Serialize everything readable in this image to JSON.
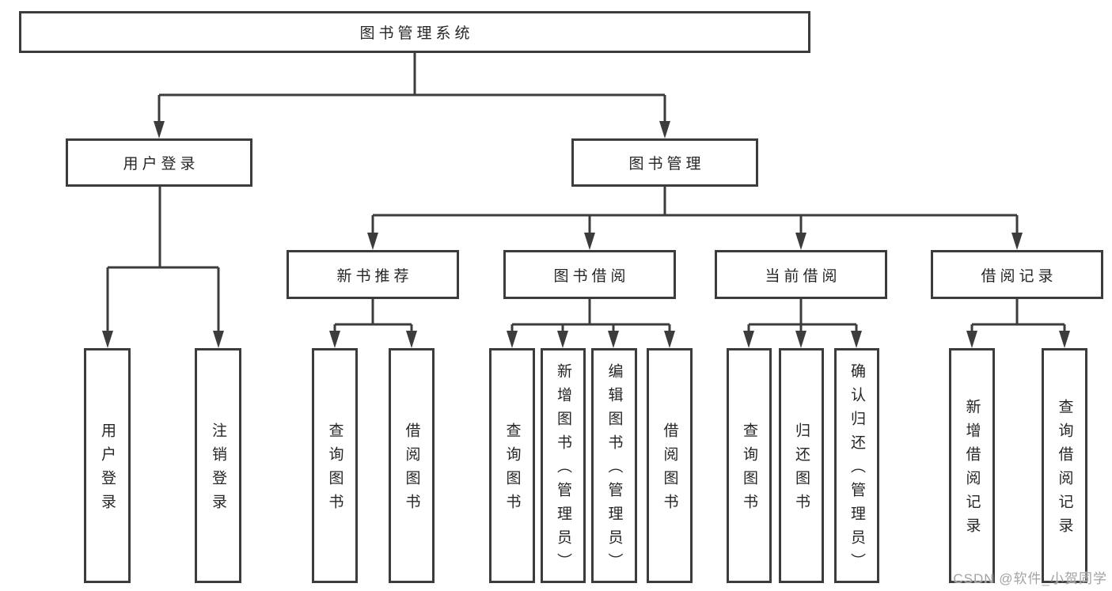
{
  "tree": {
    "root": {
      "label": "图书管理系统"
    },
    "branches": [
      {
        "label": "用户登录",
        "children": [
          {
            "label": "用户登录"
          },
          {
            "label": "注销登录"
          }
        ]
      },
      {
        "label": "图书管理",
        "children": [
          {
            "label": "新书推荐",
            "children": [
              {
                "label": "查询图书"
              },
              {
                "label": "借阅图书"
              }
            ]
          },
          {
            "label": "图书借阅",
            "children": [
              {
                "label": "查询图书"
              },
              {
                "label": "新增图书（管理员）"
              },
              {
                "label": "编辑图书（管理员）"
              },
              {
                "label": "借阅图书"
              }
            ]
          },
          {
            "label": "当前借阅",
            "children": [
              {
                "label": "查询图书"
              },
              {
                "label": "归还图书"
              },
              {
                "label": "确认归还（管理员）"
              }
            ]
          },
          {
            "label": "借阅记录",
            "children": [
              {
                "label": "新增借阅记录"
              },
              {
                "label": "查询借阅记录"
              }
            ]
          }
        ]
      }
    ]
  },
  "watermark": "CSDN @软件_小贺同学",
  "colors": {
    "line": "#3c3c3c",
    "text": "#262626",
    "watermark_text": "#a3a3a3",
    "background": "#ffffff"
  }
}
